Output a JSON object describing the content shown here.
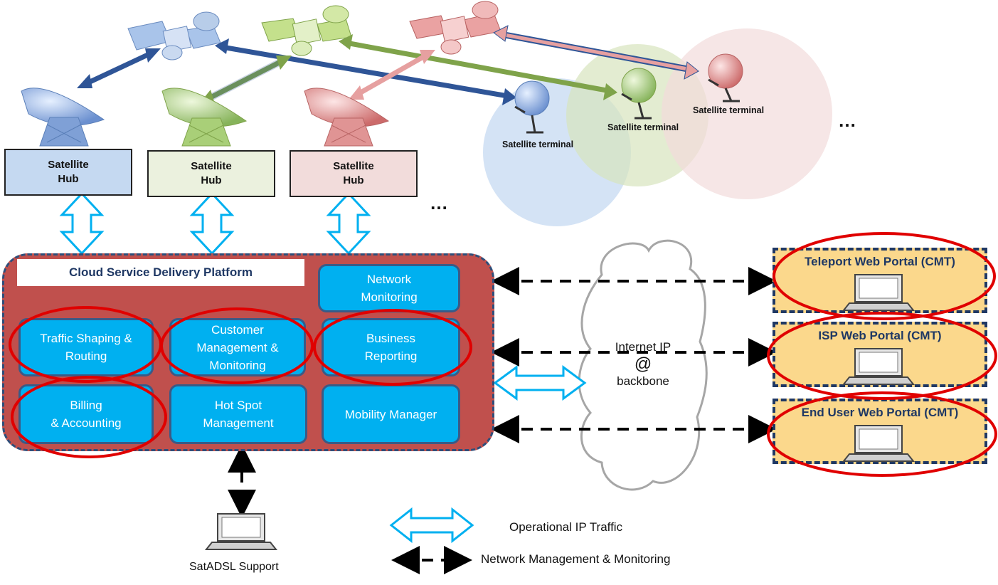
{
  "satellite_hubs": [
    {
      "label": "Satellite\nHub",
      "fill": "#c5d9f1"
    },
    {
      "label": "Satellite\nHub",
      "fill": "#ebf1de"
    },
    {
      "label": "Satellite\nHub",
      "fill": "#f2dcdb"
    }
  ],
  "hub_ellipsis": "…",
  "terminal_ellipsis": "…",
  "terminals": [
    {
      "label": "Satellite terminal",
      "color": "#8db3e2"
    },
    {
      "label": "Satellite terminal",
      "color": "#a9d18e"
    },
    {
      "label": "Satellite terminal",
      "color": "#e6a0a0"
    }
  ],
  "platform": {
    "title": "Cloud Service Delivery Platform",
    "fill": "#c0504d",
    "modules": [
      {
        "label": "Network\nMonitoring",
        "highlighted": false
      },
      {
        "label": "Traffic Shaping &\nRouting",
        "highlighted": true
      },
      {
        "label": "Customer\nManagement &\nMonitoring",
        "highlighted": true
      },
      {
        "label": "Business\nReporting",
        "highlighted": true
      },
      {
        "label": "Billing\n& Accounting",
        "highlighted": true
      },
      {
        "label": "Hot Spot\nManagement",
        "highlighted": false
      },
      {
        "label": "Mobility Manager",
        "highlighted": false
      }
    ]
  },
  "cloud": {
    "line1": "Internet IP",
    "symbol": "@",
    "line2": "backbone"
  },
  "portals": [
    {
      "label": "Teleport Web Portal (CMT)",
      "highlighted": true
    },
    {
      "label": "ISP Web Portal (CMT)",
      "highlighted": true
    },
    {
      "label": "End User Web Portal (CMT)",
      "highlighted": true
    }
  ],
  "support": {
    "label": "SatADSL Support"
  },
  "legend": {
    "operational": "Operational IP Traffic",
    "management": "Network Management & Monitoring"
  },
  "colors": {
    "highlight": "#e00000",
    "operational_arrow": "#00b0f0",
    "module": "#00b0f0",
    "portal": "#fbd88c"
  }
}
